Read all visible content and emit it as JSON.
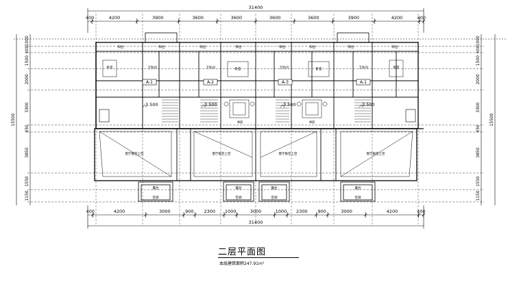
{
  "drawing": {
    "title": "二层平面图",
    "area_note": "本层建筑面积247.91m²"
  },
  "dimensions": {
    "overall_width": "31400",
    "top_segments": [
      "400",
      "4200",
      "3900",
      "3600",
      "3600",
      "3600",
      "3600",
      "3900",
      "4200",
      "400"
    ],
    "bottom_segments": [
      "400",
      "4200",
      "3000",
      "900",
      "2300",
      "1000",
      "3000",
      "1000",
      "2300",
      "900",
      "3000",
      "4200",
      "400"
    ],
    "overall_depth": "15500",
    "side_segments": [
      "1000",
      "600",
      "1500",
      "2000",
      "3300",
      "650",
      "3850",
      "1550",
      "1150"
    ]
  },
  "units": [
    {
      "tag": "A-1",
      "level": "3.500"
    },
    {
      "tag": "A-2",
      "level": "3.500"
    },
    {
      "tag": "A-3",
      "level": "3.500"
    },
    {
      "tag": "A-1",
      "level": "3.500"
    }
  ],
  "rooms": {
    "balcony": "阳台",
    "bedroom": "卧室",
    "bathroom": "卫生间",
    "study": "书房",
    "living_void": "客厅挑空上空",
    "terrace": "露台",
    "aircon": "空调"
  }
}
